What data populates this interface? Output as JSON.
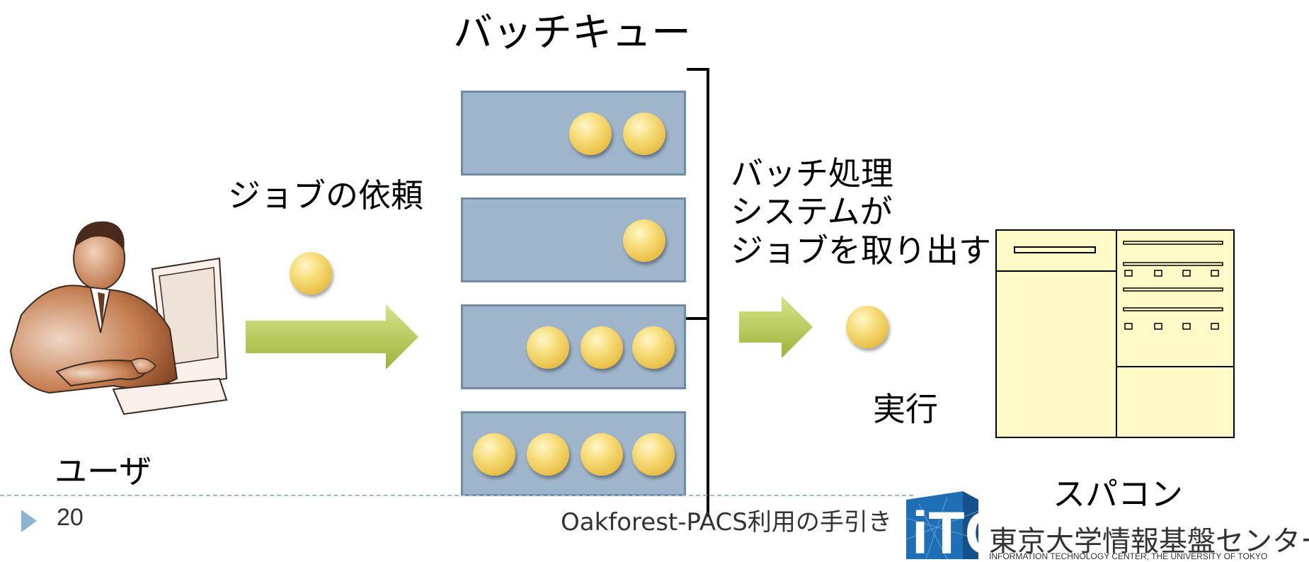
{
  "diagram": {
    "queue_title": "バッチキュー",
    "job_request_label": "ジョブの依頼",
    "batch_processing_lines": [
      "バッチ処理",
      "システムが",
      "ジョブを取り出す"
    ],
    "execute_label": "実行",
    "user_label": "ユーザ",
    "supercomputer_label": "スパコン",
    "queue_rows": [
      {
        "jobs": 2
      },
      {
        "jobs": 1
      },
      {
        "jobs": 3
      },
      {
        "jobs": 4
      }
    ]
  },
  "footer": {
    "page_number": "20",
    "title": "Oakforest-PACS利用の手引き",
    "org_name": "東京大学情報基盤センター",
    "org_subtitle": "INFORMATION TECHNOLOGY CENTER, THE UNIVERSITY OF TOKYO",
    "logo_text": "iTC"
  },
  "colors": {
    "queue_fill": "#9fb5cc",
    "job_ball": "#f2cf5e",
    "arrow": "#b5c94a",
    "logo_blue": "#1f6fb6",
    "supercomputer_fill": "#fffac8"
  }
}
